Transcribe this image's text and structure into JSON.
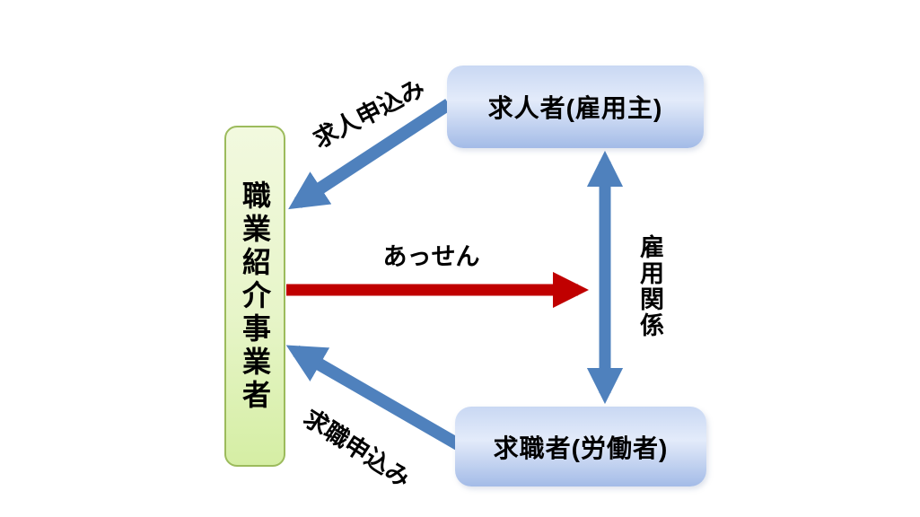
{
  "colors": {
    "arrow_blue": "#4F81BD",
    "arrow_red": "#C00000",
    "agency_border": "#9CBB5C",
    "agency_fill_top": "#F2F9DF",
    "agency_fill_bottom": "#D5EEA4",
    "party_fill_top": "#C9D8F3",
    "party_fill_bottom": "#A3BBE7",
    "text": "#000000",
    "background": "#FFFFFF"
  },
  "nodes": {
    "agency": {
      "label": "職業紹介事業者"
    },
    "employer": {
      "label": "求人者(雇用主)"
    },
    "jobseeker": {
      "label": "求職者(労働者)"
    }
  },
  "edges": {
    "job_offer": {
      "label": "求人申込み",
      "from": "求人者(雇用主)",
      "to": "職業紹介事業者",
      "style": "blue-arrow"
    },
    "placement": {
      "label": "あっせん",
      "from": "職業紹介事業者",
      "to": "雇用関係",
      "style": "red-arrow"
    },
    "employment": {
      "label": "雇用関係",
      "from": "求人者(雇用主)",
      "to": "求職者(労働者)",
      "style": "blue-double-arrow"
    },
    "job_application": {
      "label": "求職申込み",
      "from": "求職者(労働者)",
      "to": "職業紹介事業者",
      "style": "blue-arrow"
    }
  }
}
